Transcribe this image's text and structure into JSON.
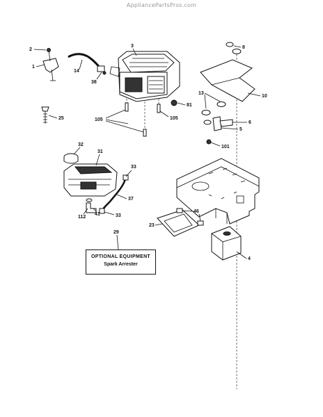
{
  "watermark": "AppliancePartsPros.com",
  "optional_box": {
    "title": "OPTIONAL EQUIPMENT",
    "item": "Spark Arrester"
  },
  "callouts": {
    "c1": "1",
    "c2": "2",
    "c3": "3",
    "c4": "4",
    "c5": "5",
    "c6": "6",
    "c8": "8",
    "c10": "10",
    "c13": "13",
    "c14": "14",
    "c23": "23",
    "c25": "25",
    "c29": "29",
    "c31": "31",
    "c32": "32",
    "c33a": "33",
    "c33b": "33",
    "c37": "37",
    "c38": "38",
    "c41": "41",
    "c46": "46",
    "c81": "81",
    "c101": "101",
    "c105a": "105",
    "c105b": "105",
    "c112": "112"
  }
}
